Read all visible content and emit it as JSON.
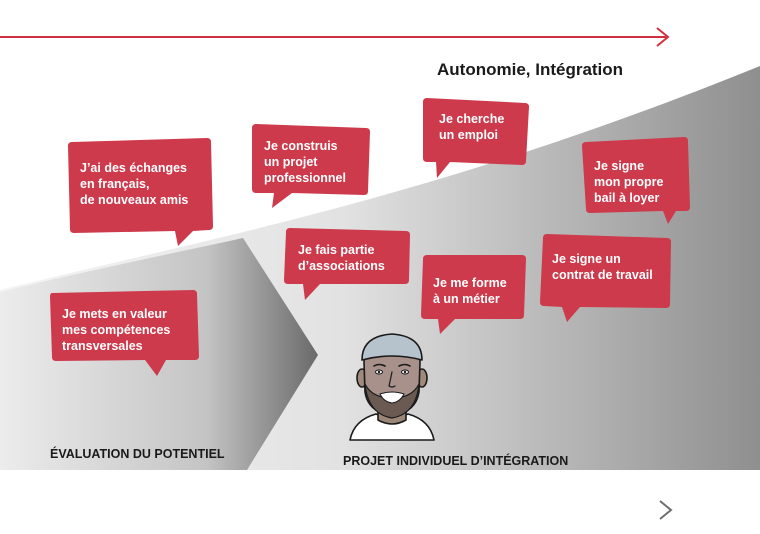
{
  "top_label": "Autonomie, Intégration",
  "left_section_label": "ÉVALUATION DU POTENTIEL",
  "right_section_label": "PROJET INDIVIDUEL D’INTÉGRATION",
  "colors": {
    "bubble": "#cd3a4c",
    "bubble_dark": "#b8293b",
    "top_arrow": "#d0303f",
    "bottom_arrow": "#6e6e6e"
  },
  "bubbles": [
    {
      "text": "J’ai des échanges\nen français,\nde nouveaux amis"
    },
    {
      "text": "Je construis\nun projet\nprofessionnel"
    },
    {
      "text": "Je cherche\nun emploi"
    },
    {
      "text": "Je signe\nmon propre\nbail à loyer"
    },
    {
      "text": "Je fais partie\nd’associations"
    },
    {
      "text": "Je me forme\nà un métier"
    },
    {
      "text": "Je signe un\ncontrat de travail"
    },
    {
      "text": "Je mets en valeur\nmes compétences\ntransversales"
    }
  ]
}
